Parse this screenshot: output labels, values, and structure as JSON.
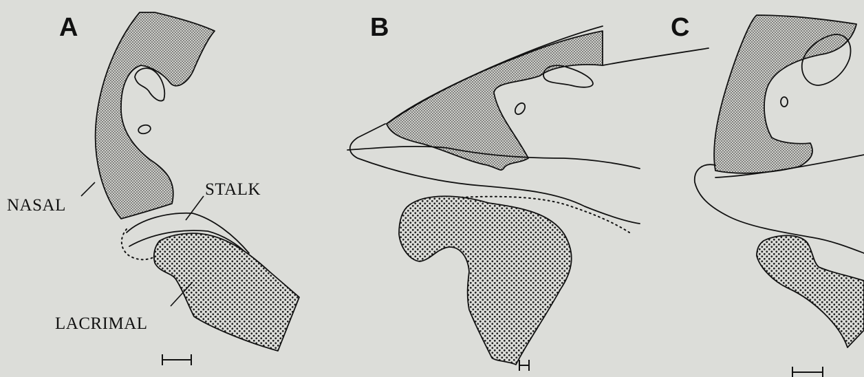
{
  "panels": [
    {
      "letter": "A"
    },
    {
      "letter": "B"
    },
    {
      "letter": "C"
    }
  ],
  "labels": {
    "nasal": "NASAL",
    "stalk": "STALK",
    "lacrimal": "LACRIMAL"
  },
  "colors": {
    "background": "#dcddd9",
    "ink": "#111111"
  }
}
